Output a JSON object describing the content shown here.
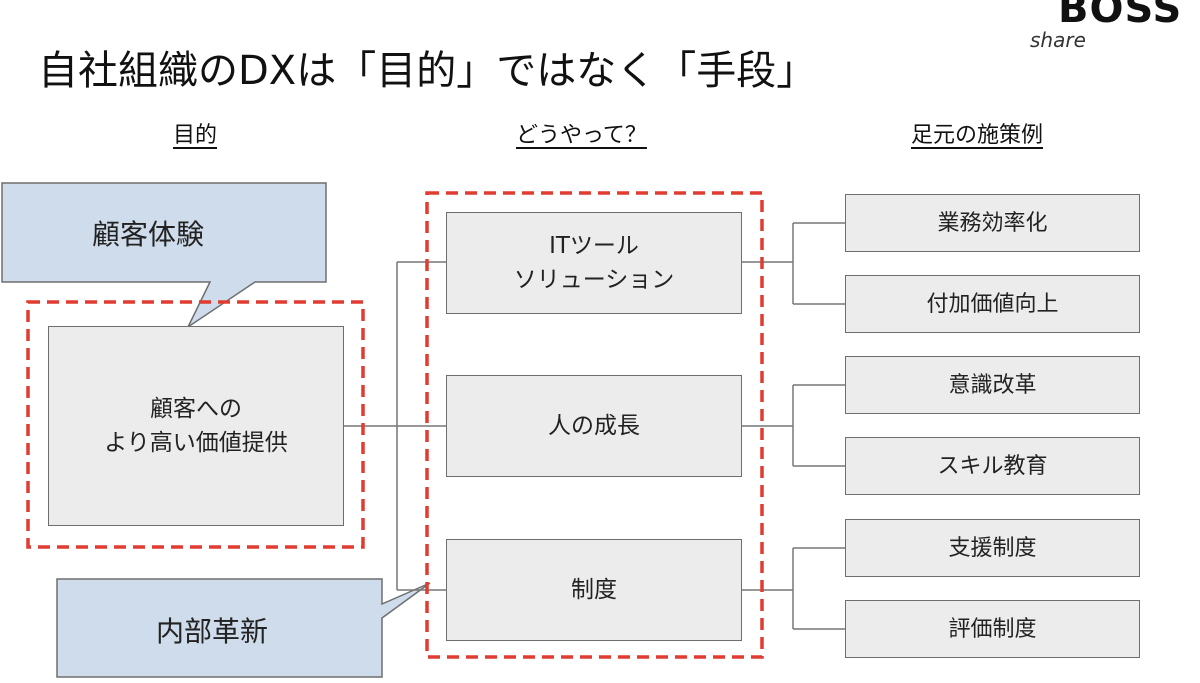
{
  "logo": {
    "main": "BOSS",
    "sub": "share"
  },
  "title": "自社組織のDXは「目的」ではなく「手段」",
  "columns": {
    "purpose": "目的",
    "how": "どうやって？",
    "measures": "足元の施策例"
  },
  "callouts": {
    "customer_experience": "顧客体験",
    "internal_innovation": "内部革新"
  },
  "purpose_box": "顧客への\nより高い価値提供",
  "means": [
    {
      "label": "ITツール\nソリューション"
    },
    {
      "label": "人の成長"
    },
    {
      "label": "制度"
    }
  ],
  "measures": [
    "業務効率化",
    "付加価値向上",
    "意識改革",
    "スキル教育",
    "支援制度",
    "評価制度"
  ],
  "colors": {
    "box_fill": "#ececec",
    "box_border": "#6e6e6e",
    "callout_fill": "#cfdceb",
    "dashed_highlight": "#e03c31",
    "connector": "#777777"
  }
}
